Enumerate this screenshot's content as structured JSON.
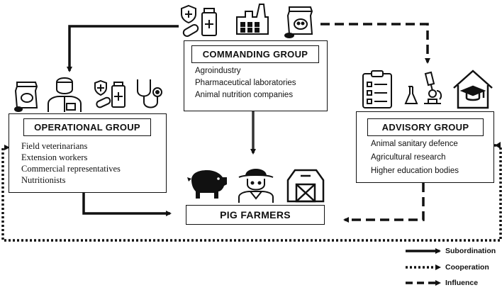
{
  "commanding_group": {
    "title": "COMMANDING GROUP",
    "items": [
      "Agroindustry",
      "Pharmaceutical laboratories",
      "Animal nutrition companies"
    ]
  },
  "operational_group": {
    "title": "OPERATIONAL GROUP",
    "items": [
      "Field veterinarians",
      "Extension workers",
      "Commercial representatives",
      "Nutritionists"
    ]
  },
  "advisory_group": {
    "title": "ADVISORY GROUP",
    "items": [
      "Animal sanitary defence",
      "Agricultural research",
      "Higher education bodies"
    ]
  },
  "pig_farmers": {
    "title": "PIG FARMERS"
  },
  "legend": {
    "subordination": "Subordination",
    "cooperation": "Cooperation",
    "influence": "Influence"
  },
  "icons": {
    "commanding": [
      "pharmacy-icon",
      "factory-icon",
      "feed-bag-icon"
    ],
    "operational": [
      "feed-bag-icon",
      "veterinarian-icon",
      "pharmacy-icon",
      "stethoscope-icon"
    ],
    "advisory": [
      "clipboard-icon",
      "laboratory-icon",
      "education-building-icon"
    ],
    "farmers": [
      "pig-icon",
      "farmer-icon",
      "barn-icon"
    ]
  }
}
